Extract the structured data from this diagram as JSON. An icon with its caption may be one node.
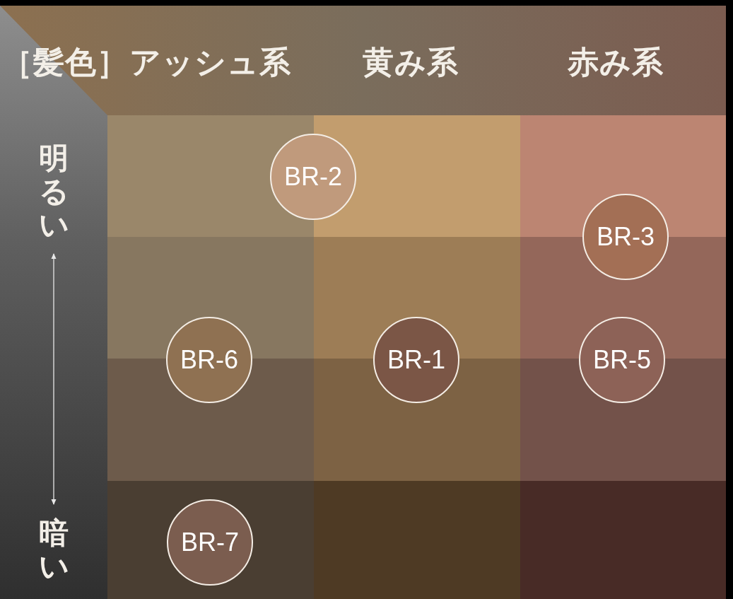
{
  "diagram": {
    "nodes": [
      {
        "text": [
          "BR-2"
        ]
      },
      {
        "text": [
          "BR-3"
        ]
      },
      {
        "text": [
          "BR-6"
        ]
      },
      {
        "text": [
          "BR-1"
        ]
      },
      {
        "text": [
          "BR-5"
        ]
      },
      {
        "text": [
          "BR-7"
        ]
      }
    ],
    "labels": [
      "［髪色］",
      "アッシュ系",
      "黄み系",
      "赤み系",
      "明るい",
      "暗い"
    ]
  }
}
